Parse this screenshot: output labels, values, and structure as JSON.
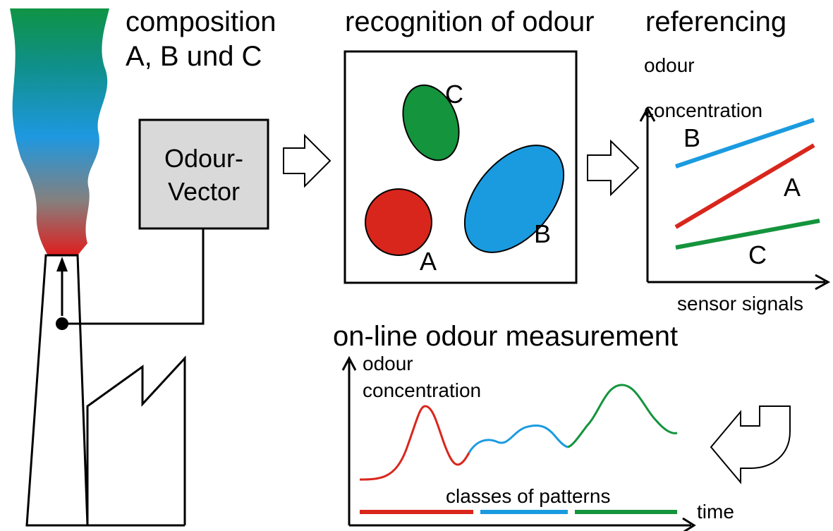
{
  "composition": {
    "line1": "composition",
    "line2": "A, B und C"
  },
  "odour_vector": {
    "line1": "Odour-",
    "line2": "Vector"
  },
  "recognition": {
    "title": "recognition of odour",
    "label_a": "A",
    "label_b": "B",
    "label_c": "C"
  },
  "referencing": {
    "title": "referencing",
    "ylabel_line1": "odour",
    "ylabel_line2": "concentration",
    "xlabel": "sensor signals",
    "label_a": "A",
    "label_b": "B",
    "label_c": "C"
  },
  "online": {
    "title": "on-line odour measurement",
    "ylabel_line1": "odour",
    "ylabel_line2": "concentration",
    "classes_label": "classes of patterns",
    "time_label": "time"
  },
  "colors": {
    "class_a": "#d9261c",
    "class_b": "#1a9be0",
    "class_c": "#14943c",
    "box_fill": "#d9d9d9"
  }
}
